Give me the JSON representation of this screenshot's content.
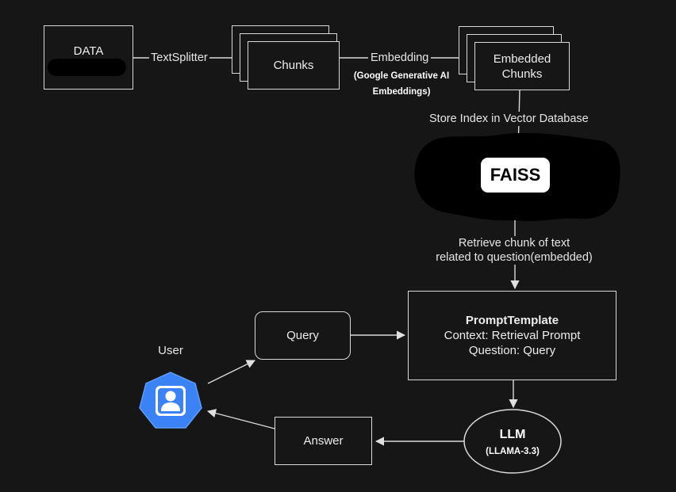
{
  "nodes": {
    "data": "DATA",
    "chunks": "Chunks",
    "embedded_chunks_line1": "Embedded",
    "embedded_chunks_line2": "Chunks",
    "faiss": "FAISS",
    "prompt_template_title": "PromptTemplate",
    "prompt_template_context": "Context: Retrieval Prompt",
    "prompt_template_question": "Question: Query",
    "query": "Query",
    "answer": "Answer",
    "user": "User",
    "llm_title": "LLM",
    "llm_subtitle": "(LLAMA-3.3)"
  },
  "edges": {
    "text_splitter": "TextSplitter",
    "embedding": "Embedding",
    "embedding_model_line1": "(Google Generative AI",
    "embedding_model_line2": "Embeddings)",
    "store_index": "Store Index in Vector Database",
    "retrieve_line1": "Retrieve chunk of text",
    "retrieve_line2": "related to question(embedded)"
  },
  "colors": {
    "background": "#161616",
    "stroke": "#d9d9d9",
    "user_icon": "#3b82f6"
  },
  "icons": {
    "user": "user-avatar-icon"
  }
}
